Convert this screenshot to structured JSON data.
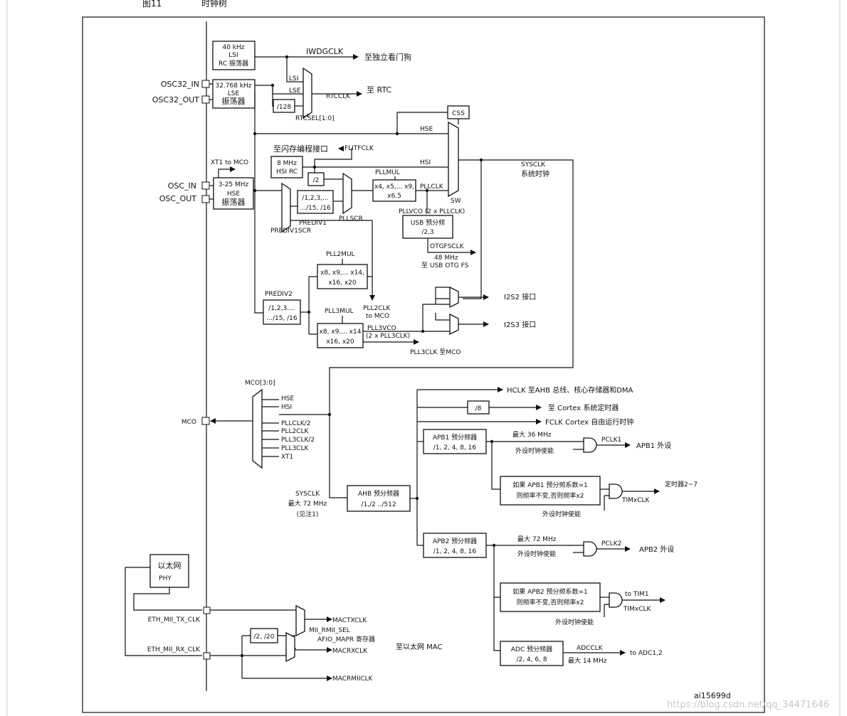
{
  "caption": {
    "figure_no": "图11",
    "title": "时钟树"
  },
  "footer": {
    "diagram_id": "ai15699d",
    "watermark": "https://blog.csdn.net/qq_34471646"
  },
  "blocks": {
    "lsi": [
      "40 kHz",
      "LSI",
      "RC 振荡器"
    ],
    "lse": [
      "32.768 kHz",
      "LSE",
      "振荡器"
    ],
    "div128": "/128",
    "hsi": [
      "8 MHz",
      "HSI RC"
    ],
    "hse": [
      "3-25 MHz",
      "HSE",
      "振荡器"
    ],
    "div2": "/2",
    "prediv1": [
      "/1,2,3,...",
      ".../15, /16"
    ],
    "pllmul": [
      "x4, x5,... x9,",
      "x6.5"
    ],
    "usb": [
      "USB 预分频",
      "/2,3"
    ],
    "pll2mul": [
      "x8, x9,... x14,",
      "x16, x20"
    ],
    "prediv2": [
      "/1,2,3....",
      ".../15, /16"
    ],
    "pll3mul": [
      "x8, x9,... x14",
      "x16, x20"
    ],
    "css": "CSS",
    "ahb": [
      "AHB 预分频器",
      "/1,/2 ../512"
    ],
    "div8": "/8",
    "apb1": [
      "APB1 预分频器",
      "/1, 2, 4, 8, 16"
    ],
    "apb1_cond": [
      "如果 APB1 预分频系数=1",
      "则频率不变,否则频率x2"
    ],
    "apb2": [
      "APB2 预分频器",
      "/1, 2, 4, 8, 16"
    ],
    "apb2_cond": [
      "如果 APB2 预分频系数=1",
      "则频率不变,否则频率x2"
    ],
    "adc": [
      "ADC 预分频器",
      "/2, 4, 6, 8"
    ],
    "eth_phy": [
      "以太网",
      "PHY"
    ],
    "div2_20": "/2, /20"
  },
  "pins": {
    "osc32_in": "OSC32_IN",
    "osc32_out": "OSC32_OUT",
    "osc_in": "OSC_IN",
    "osc_out": "OSC_OUT",
    "mco": "MCO",
    "eth_tx": "ETH_MII_TX_CLK",
    "eth_rx": "ETH_MII_RX_CLK"
  },
  "signals": {
    "iwdgclk": "IWDGCLK",
    "to_iwdg": "至独立看门狗",
    "lsi": "LSI",
    "lse": "LSE",
    "rtcclk": "RTCCLK",
    "to_rtc": "至 RTC",
    "rtcsel": "RTCSEL[1:0]",
    "hse": "HSE",
    "to_flash": "至闪存编程接口",
    "flitfclk": "FLITFCLK",
    "hsi": "HSI",
    "xt1_mco": "XT1 to MCO",
    "pllmul": "PLLMUL",
    "pllclk": "PLLCLK",
    "sw": "SW",
    "sysclk": "SYSCLK",
    "sysclk_cn": "系统时钟",
    "prediv1": "PREDIV1",
    "pllscr": "PLLSCR",
    "prediv1scr": "PREDIV1SCR",
    "pllvco": "PLLVCO (2 x PLLCLK)",
    "otgfsclk": "OTGFSCLK",
    "usb_48": "48 MHz",
    "to_usb": "至 USB OTG FS",
    "pll2mul": "PLL2MUL",
    "prediv2": "PREDIV2",
    "pll2clk": "PLL2CLK",
    "to_mco": "to MCO",
    "pll3mul": "PLL3MUL",
    "pll3vco": "PLL3VCO",
    "pll3vco_sub": "(2 x PLL3CLK)",
    "pll3clk_mco": "PLL3CLK 至MCO",
    "i2s2": "I2S2 接口",
    "i2s3": "I2S3 接口",
    "mco_sel": "MCO[3:0]",
    "mco_inputs": [
      "HSE",
      "HSI",
      "PLLCLK/2",
      "PLL2CLK",
      "PLL3CLK/2",
      "PLL3CLK",
      "XT1"
    ],
    "sys_in": [
      "SYSCLK",
      "最大 72 MHz",
      "(见注1)"
    ],
    "hclk": "HCLK 至AHB 总线、核心存储器和DMA",
    "cortex_timer": "至 Cortex 系统定时器",
    "fclk": "FCLK Cortex 自由运行时钟",
    "max36": "最大 36 MHz",
    "periph_en": "外设时钟使能",
    "pclk1": "PCLK1",
    "apb1_out": "APB1 外设",
    "timxclk": "TIMxCLK",
    "timer27": "定时器2~7",
    "max72": "最大 72 MHz",
    "pclk2": "PCLK2",
    "apb2_out": "APB2 外设",
    "to_tim1": "to TIM1",
    "adcclk": "ADCCLK",
    "to_adc": "to ADC1,2",
    "max14": "最大 14 MHz",
    "mactxclk": "MACTXCLK",
    "mii_rmii": "MII_RMII_SEL",
    "afio": "AFIO_MAPR 寄存器",
    "macrxclk": "MACRXCLK",
    "to_eth_mac": "至以太网 MAC",
    "macrmiiclk": "MACRMIICLK"
  }
}
